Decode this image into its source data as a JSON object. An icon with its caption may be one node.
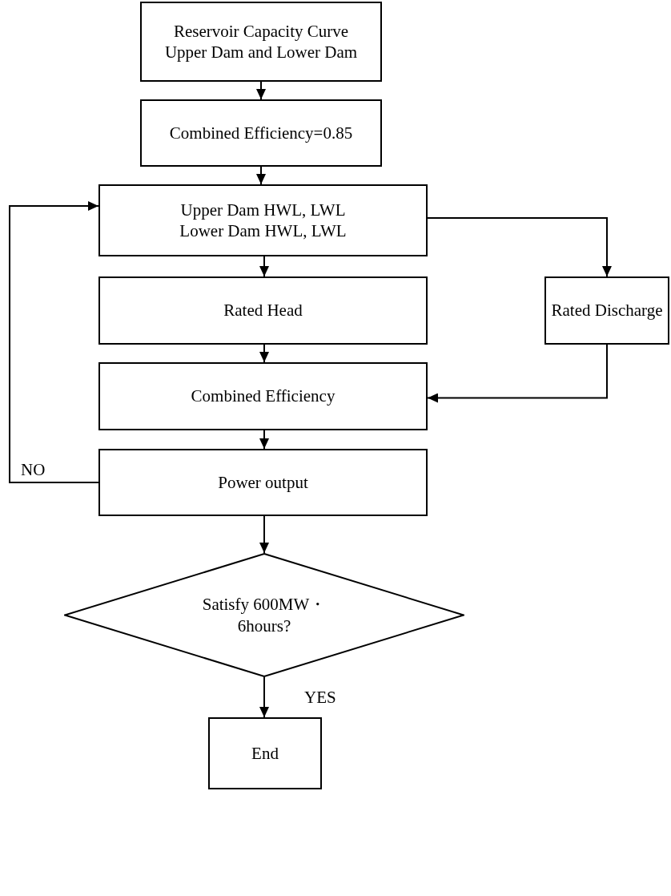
{
  "diagram": {
    "nodes": [
      {
        "text": [
          "Reservoir Capacity Curve Upper Dam and Lower Dam"
        ]
      },
      {
        "text": [
          "Combined Efficiency=0.85"
        ]
      },
      {
        "text": [
          "Upper Dam HWL, LWL Lower Dam HWL, LWL"
        ]
      },
      {
        "text": [
          "Rated Head"
        ]
      },
      {
        "text": [
          "Rated Discharge"
        ]
      },
      {
        "text": [
          "Combined Efficiency"
        ]
      },
      {
        "text": [
          "Power output"
        ]
      },
      {
        "text": [
          "Satisfy 600MW・6hours?"
        ]
      },
      {
        "text": [
          "End"
        ]
      }
    ],
    "edges": [
      {
        "from": 0,
        "to": 1,
        "arrow": "to"
      },
      {
        "from": 1,
        "to": 2,
        "arrow": "to"
      },
      {
        "from": 2,
        "to": 3,
        "arrow": "to"
      },
      {
        "from": 2,
        "to": 4,
        "arrow": "to"
      },
      {
        "from": 3,
        "to": 5,
        "arrow": "to"
      },
      {
        "from": 4,
        "to": 5,
        "arrow": "to"
      },
      {
        "from": 5,
        "to": 6,
        "arrow": "to"
      },
      {
        "from": 6,
        "to": 2,
        "arrow": "to",
        "label": "NO"
      },
      {
        "from": 6,
        "to": 7,
        "arrow": "to"
      },
      {
        "from": 7,
        "to": 8,
        "arrow": "to",
        "label": "YES"
      }
    ]
  }
}
